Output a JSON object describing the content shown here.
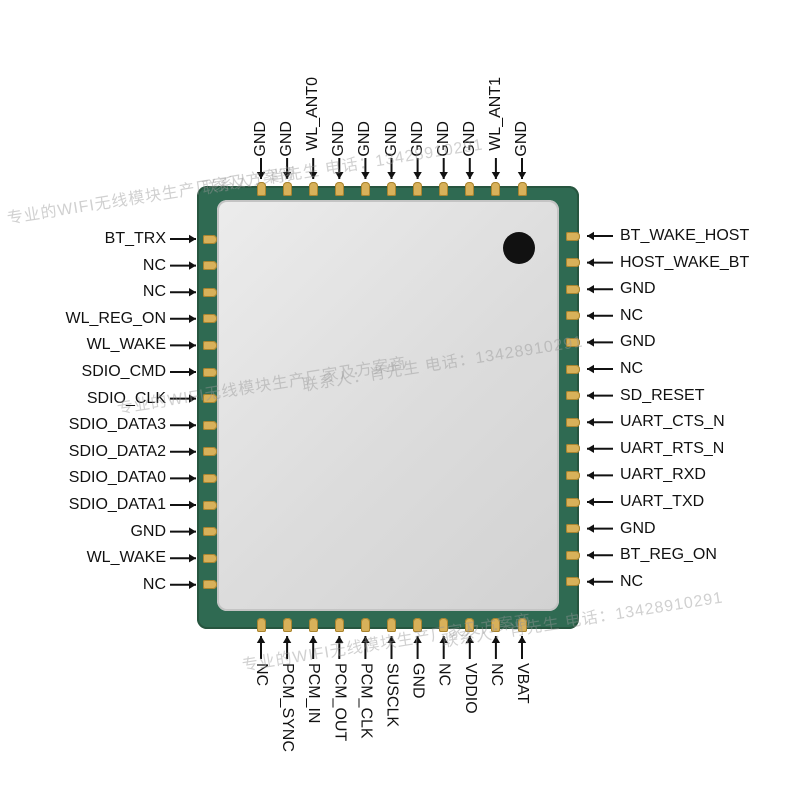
{
  "pins": {
    "top": [
      "GND",
      "GND",
      "WL_ANT0",
      "GND",
      "GND",
      "GND",
      "GND",
      "GND",
      "GND",
      "WL_ANT1",
      "GND"
    ],
    "left": [
      "BT_TRX",
      "NC",
      "NC",
      "WL_REG_ON",
      "WL_WAKE",
      "SDIO_CMD",
      "SDIO_CLK",
      "SDIO_DATA3",
      "SDIO_DATA2",
      "SDIO_DATA0",
      "SDIO_DATA1",
      "GND",
      "WL_WAKE",
      "NC"
    ],
    "right": [
      "BT_WAKE_HOST",
      "HOST_WAKE_BT",
      "GND",
      "NC",
      "GND",
      "NC",
      "SD_RESET",
      "UART_CTS_N",
      "UART_RTS_N",
      "UART_RXD",
      "UART_TXD",
      "GND",
      "BT_REG_ON",
      "NC"
    ],
    "bottom": [
      "NC",
      "PCM_SYNC",
      "PCM_IN",
      "PCM_OUT",
      "PCM_CLK",
      "SUSCLK",
      "GND",
      "NC",
      "VDDIO",
      "NC",
      "VBAT"
    ]
  },
  "watermark": {
    "slogan": "专业的WIFI无线模块生产厂家及方案商",
    "contact": "联系人：肖先生 电话：13428910291"
  },
  "colors": {
    "pcb": "#2f6a52",
    "shield": "#dcdcdc",
    "pad": "#d8b15a",
    "text": "#111111"
  }
}
